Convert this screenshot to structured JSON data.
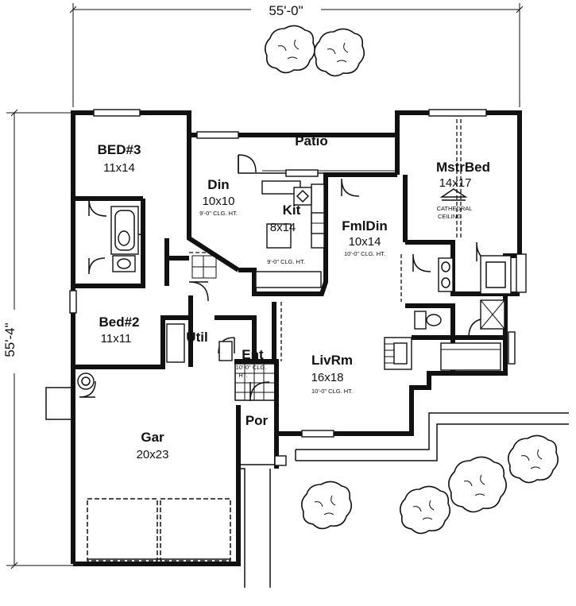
{
  "dimensions": {
    "width": "55'-0\"",
    "depth": "55'-4\""
  },
  "rooms": {
    "bed3": {
      "name": "BED#3",
      "size": "11x14"
    },
    "din": {
      "name": "Din",
      "size": "10x10",
      "ceiling": "9'-0\" CLG. HT."
    },
    "patio": {
      "name": "Patio"
    },
    "mstr": {
      "name": "MstrBed",
      "size": "14x17",
      "ceiling_line1": "CATHEDRAL",
      "ceiling_line2": "CEILING"
    },
    "kit": {
      "name": "Kit",
      "size": "8x14",
      "ceiling": "9'-0\" CLG. HT."
    },
    "fmldin": {
      "name": "FmlDin",
      "size": "10x14",
      "ceiling": "10'-0\" CLG. HT."
    },
    "bed2": {
      "name": "Bed#2",
      "size": "11x11"
    },
    "util": {
      "name": "Util"
    },
    "ent": {
      "name": "Ent",
      "ceiling_line1": "10'-0\" CLG.",
      "ceiling_line2": "HT."
    },
    "livrm": {
      "name": "LivRm",
      "size": "16x18",
      "ceiling": "10'-0\" CLG. HT."
    },
    "por": {
      "name": "Por"
    },
    "gar": {
      "name": "Gar",
      "size": "20x23"
    }
  },
  "icons": [
    "tree-icon",
    "fireplace-icon",
    "door-swing-icon",
    "window-icon",
    "bathtub-icon",
    "toilet-icon",
    "sink-icon",
    "range-icon",
    "water-heater-icon",
    "garage-door-icon",
    "cathedral-ceiling-icon"
  ]
}
